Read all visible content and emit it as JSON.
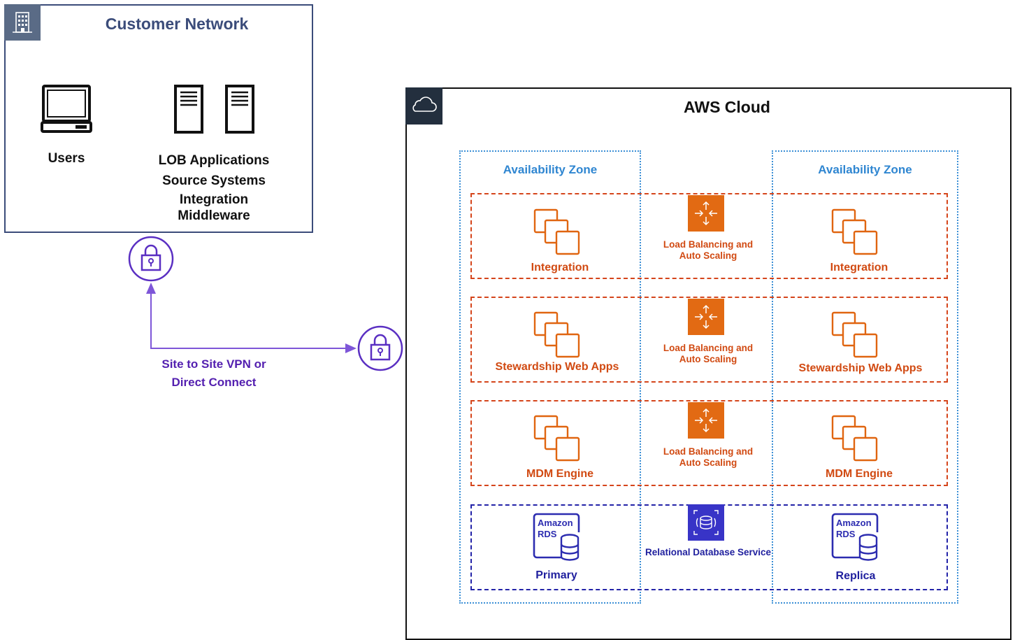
{
  "customer_network": {
    "title": "Customer Network",
    "users_label": "Users",
    "systems_labels": [
      "LOB Applications",
      "Source Systems",
      "Integration",
      "Middleware"
    ]
  },
  "connection": {
    "label_line1": "Site to Site VPN or",
    "label_line2": "Direct Connect"
  },
  "aws_cloud": {
    "title": "AWS Cloud",
    "availability_zones": [
      "Availability Zone",
      "Availability Zone"
    ],
    "tiers": [
      {
        "left": "Integration",
        "center": [
          "Load Balancing and",
          "Auto Scaling"
        ],
        "right": "Integration"
      },
      {
        "left": "Stewardship Web Apps",
        "center": [
          "Load Balancing and",
          "Auto Scaling"
        ],
        "right": "Stewardship Web Apps"
      },
      {
        "left": "MDM Engine",
        "center": [
          "Load Balancing and",
          "Auto Scaling"
        ],
        "right": "MDM Engine"
      }
    ],
    "database": {
      "left": "Primary",
      "center": "Relational Database Service",
      "right": "Replica",
      "rds_icon_text": [
        "Amazon",
        "RDS"
      ]
    }
  },
  "colors": {
    "customer_border": "#3b4c7a",
    "aws_corner": "#232f3e",
    "az_border": "#3b8fd6",
    "tier_border": "#d5451b",
    "tier_text": "#d14a12",
    "db_border": "#2323a8",
    "db_text": "#1f1f9e",
    "vpn_purple": "#6b3fd4"
  },
  "icons": [
    "building-icon",
    "cloud-icon",
    "laptop-icon",
    "server-icon",
    "lock-icon",
    "instances-icon",
    "load-balancer-icon",
    "rds-service-icon",
    "rds-database-icon"
  ]
}
